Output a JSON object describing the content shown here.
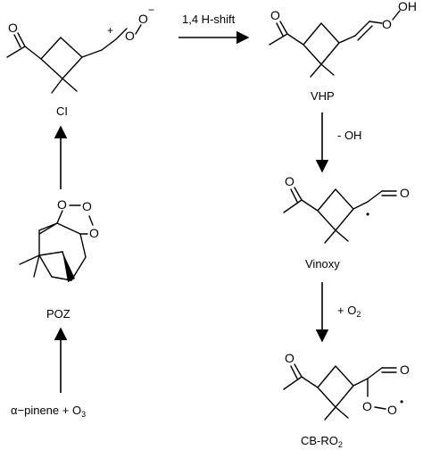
{
  "compounds": {
    "ci": {
      "name": "CI",
      "plus": "+",
      "o1": "O",
      "o2": "O",
      "minus": "−"
    },
    "vhp": {
      "name": "VHP",
      "o_carbonyl": "O",
      "o1": "O",
      "oh": "OH"
    },
    "vinoxy": {
      "name": "Vinoxy",
      "o_carbonyl": "O",
      "o_ald": "O",
      "radical": "•"
    },
    "cbro2": {
      "name_main": "CB-RO",
      "name_sub": "2",
      "o_carbonyl": "O",
      "o_ald": "O",
      "o1": "O",
      "o2": "O",
      "radical": "•"
    },
    "poz": {
      "name": "POZ",
      "o1": "O",
      "o2": "O",
      "o3": "O"
    },
    "reactants": {
      "main": "α−pinene + O",
      "sub": "3"
    }
  },
  "steps": {
    "h_shift": "1,4 H-shift",
    "minus_oh": "- OH",
    "plus_o2_main": "+ O",
    "plus_o2_sub": "2"
  }
}
